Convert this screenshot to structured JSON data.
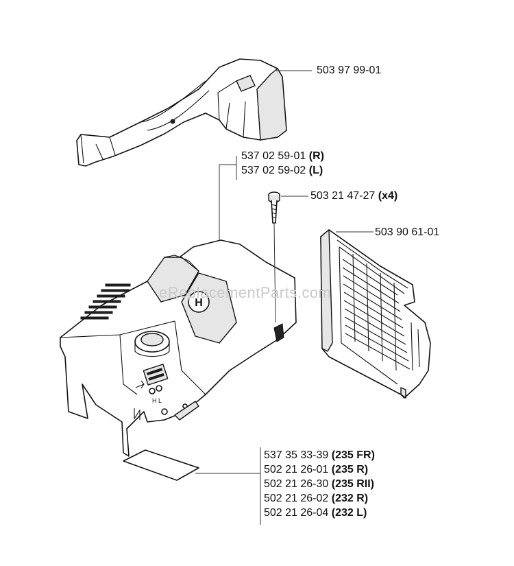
{
  "watermark": "eReplacementParts.com",
  "labels": {
    "top_cover": {
      "number": "503 97 99-01"
    },
    "cylinder_cover_r": {
      "number": "537 02 59-01",
      "variant": "(R)"
    },
    "cylinder_cover_l": {
      "number": "537 02 59-02",
      "variant": "(L)"
    },
    "screw": {
      "number": "503 21 47-27",
      "qty": "(x4)"
    },
    "grille": {
      "number": "503 90 61-01"
    },
    "decals": [
      {
        "number": "537 35 33-39",
        "model": "(235 FR)"
      },
      {
        "number": "502 21 26-01",
        "model": "(235 R)"
      },
      {
        "number": "502 21 26-30",
        "model": "(235 RII)"
      },
      {
        "number": "502 21 26-02",
        "model": "(232 R)"
      },
      {
        "number": "502 21 26-04",
        "model": "(232 L)"
      }
    ]
  },
  "cover_marks": {
    "mode_letters": "H L",
    "brand_glyph": "H"
  }
}
